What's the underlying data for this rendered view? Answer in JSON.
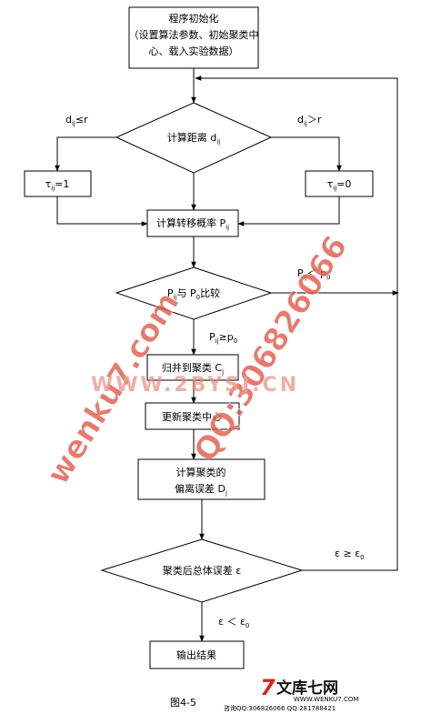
{
  "diagram": {
    "nodes": {
      "init_line1": "程序初始化",
      "init_line2": "（设置算法参数、初始聚类中",
      "init_line3": "心、载入实验数据）",
      "compute_distance": "计算距离 d",
      "compute_distance_sub": "ij",
      "tau_left": "τ",
      "tau_left_sub": "ij",
      "tau_left_val": "=1",
      "tau_right": "τ",
      "tau_right_sub": "ij",
      "tau_right_val": "=0",
      "transition_prob": "计算转移概率 P",
      "transition_prob_sub": "ij",
      "compare_a": "P",
      "compare_a_sub": "ij",
      "compare_b": "与 P",
      "compare_b_sub": "0",
      "compare_c": "比较",
      "merge": "归并到聚类 C",
      "merge_sub": "j",
      "update_center": "更新聚类中心",
      "deviation_line1": "计算聚类的",
      "deviation_line2": "偏离误差 D",
      "deviation_sub": "j",
      "total_error": "聚类后总体误差 ε",
      "output": "输出结果"
    },
    "edge_labels": {
      "dij_le_r": "d",
      "dij_le_r_sub": "ij",
      "dij_le_r_rest": "≤r",
      "dij_gt_r": "d",
      "dij_gt_r_sub": "ij",
      "dij_gt_r_rest": "＞r",
      "pij_lt_p0": "P",
      "pij_lt_p0_sub": "ij",
      "pij_lt_p0_rest": "＜ p",
      "pij_lt_p0_rest_sub": "0",
      "pij_ge_p0": "P",
      "pij_ge_p0_sub": "ij",
      "pij_ge_p0_rest": "≥p",
      "pij_ge_p0_rest_sub": "0",
      "eps_ge_eps0": "ε ≥ ε",
      "eps_ge_eps0_sub": "0",
      "eps_lt_eps0": "ε ＜ ε",
      "eps_lt_eps0_sub": "0"
    },
    "caption": "图4-5"
  },
  "watermarks": {
    "diag1": "wenku7.com",
    "diag2": "QQ:306826066",
    "diag3": "WWW.2BYSJ.CN",
    "logo_glyph": "7",
    "logo_text": "文库七网",
    "logo_url": "WWW.WENKU7.COM",
    "logo_qq": "咨询QQ:306826066 QQ:281788421"
  },
  "colors": {
    "stroke": "#000000",
    "watermark": "#e05a4a",
    "watermark_light": "#e58a7c",
    "logo_red": "#d8281f"
  }
}
